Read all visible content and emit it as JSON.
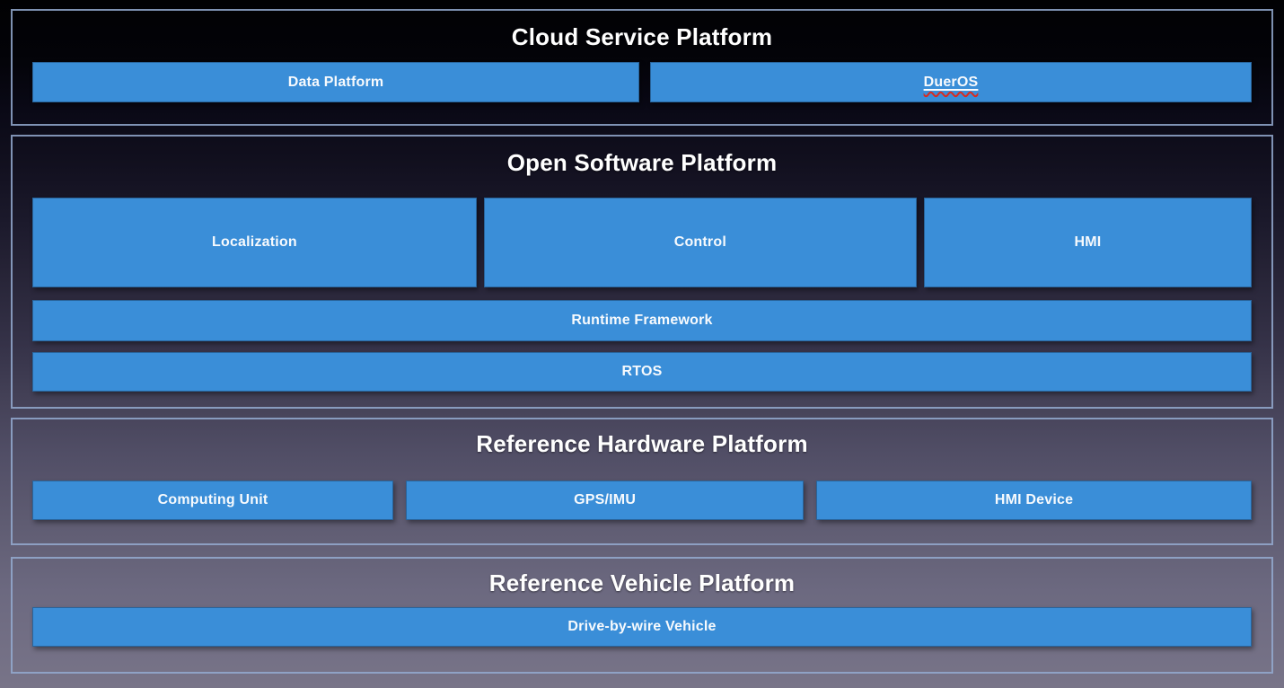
{
  "cloud": {
    "title": "Cloud Service Platform",
    "data_platform": "Data Platform",
    "dueros": "DuerOS"
  },
  "software": {
    "title": "Open Software Platform",
    "localization": "Localization",
    "control": "Control",
    "hmi": "HMI",
    "runtime_framework": "Runtime Framework",
    "rtos": "RTOS"
  },
  "hardware": {
    "title": "Reference Hardware Platform",
    "computing_unit": "Computing Unit",
    "gps_imu": "GPS/IMU",
    "hmi_device": "HMI Device"
  },
  "vehicle": {
    "title": "Reference Vehicle Platform",
    "drive_by_wire": "Drive-by-wire Vehicle"
  },
  "colors": {
    "box_blue": "#3a8ed8",
    "section_border": "#94aad0",
    "text": "#ffffff",
    "spellcheck_underline_red": "#d92b1f",
    "background_top": "#010103",
    "background_bottom": "#787488"
  }
}
